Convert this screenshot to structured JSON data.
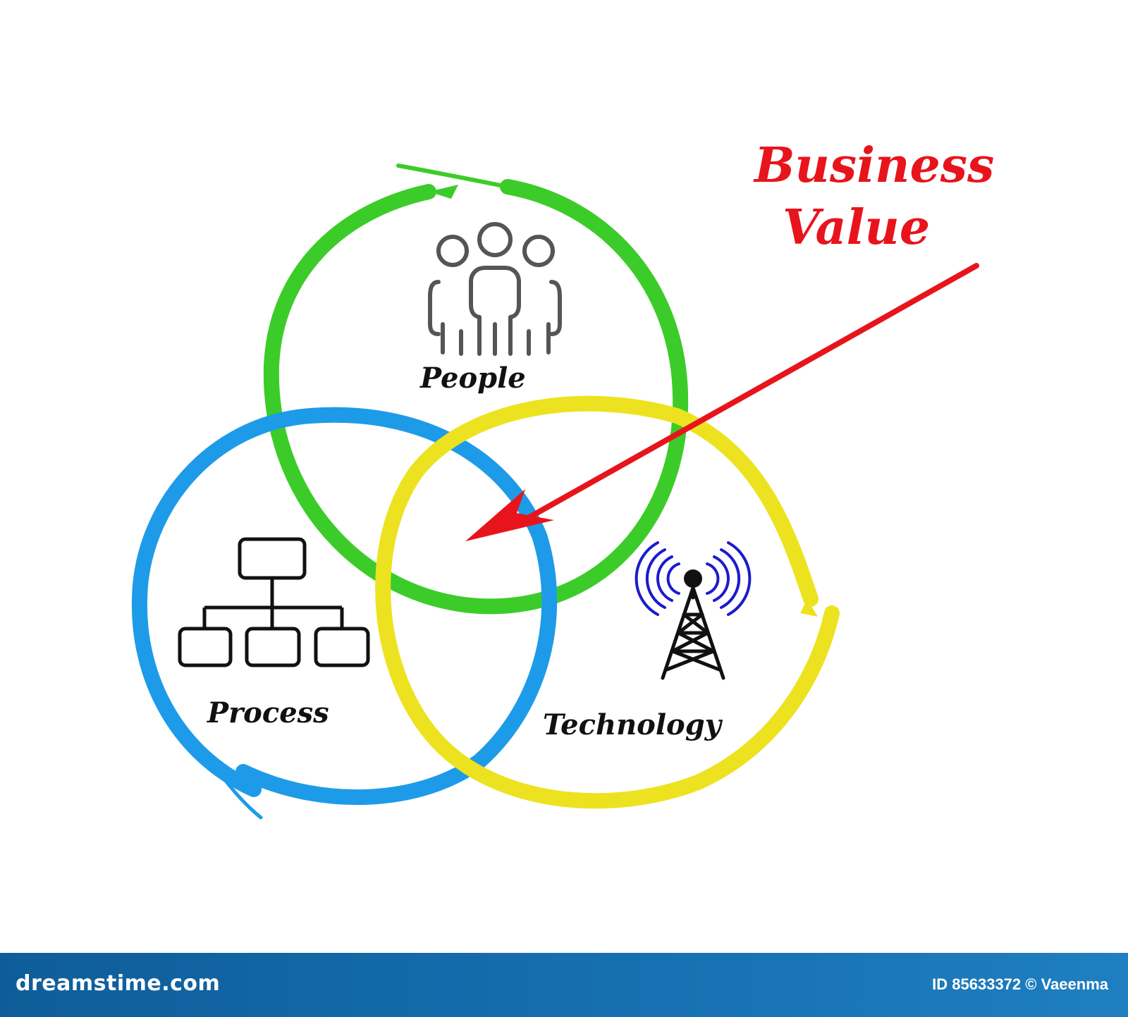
{
  "title": {
    "line1": "Business",
    "line2": "Value"
  },
  "circles": [
    {
      "label": "People",
      "icon": "people-icon",
      "color": "#3ccc29"
    },
    {
      "label": "Process",
      "icon": "hierarchy-icon",
      "color": "#1e9be8"
    },
    {
      "label": "Technology",
      "icon": "antenna-tower-icon",
      "color": "#ede21f"
    }
  ],
  "arrow": {
    "color": "#e8141c"
  },
  "footer": {
    "site": "dreamstime.com",
    "id_text": "ID 85633372 © Vaeenma",
    "color": "#1771b2"
  }
}
